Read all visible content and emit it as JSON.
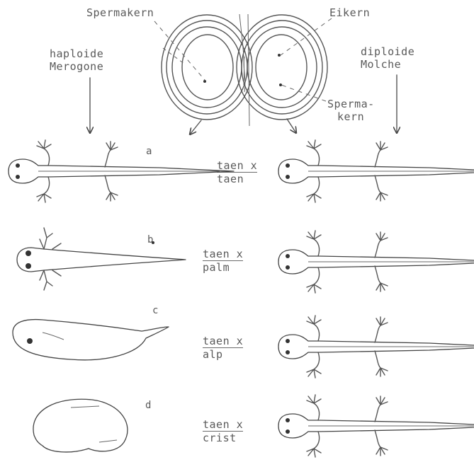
{
  "labels": {
    "spermakern_top": "Spermakern",
    "eikern": "Eikern",
    "haploide_line1": "haploide",
    "haploide_line2": "Merogone",
    "diploide_line1": "diploide",
    "diploide_line2": "Molche",
    "spermakern_side_line1": "Sperma-",
    "spermakern_side_line2": "kern"
  },
  "row_letters": [
    "a",
    "b",
    "c",
    "d"
  ],
  "crosses": [
    {
      "numerator": "taen x",
      "denominator": "taen"
    },
    {
      "numerator": "taen x",
      "denominator": "palm"
    },
    {
      "numerator": "taen x",
      "denominator": "alp"
    },
    {
      "numerator": "taen x",
      "denominator": "crist"
    }
  ]
}
